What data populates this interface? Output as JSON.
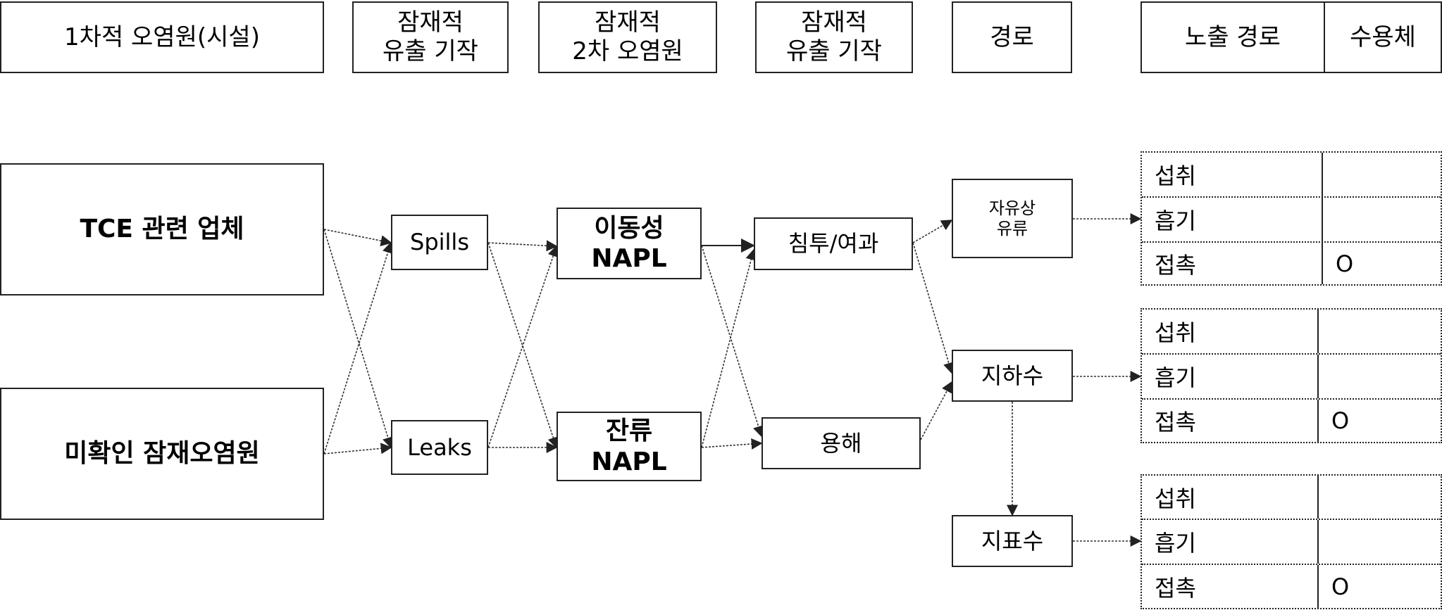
{
  "headers": {
    "primary_source": "1차적 오염원(시설)",
    "release_mech_1": [
      "잠재적",
      "유출 기작"
    ],
    "secondary_source": [
      "잠재적",
      "2차 오염원"
    ],
    "release_mech_2": [
      "잠재적",
      "유출 기작"
    ],
    "pathway": "경로",
    "exposure_route": "노출 경로",
    "receptor": "수용체"
  },
  "sources": [
    "TCE 관련 업체",
    "미확인 잠재오염원"
  ],
  "mechanisms": [
    "Spills",
    "Leaks"
  ],
  "napl": [
    [
      "이동성",
      "NAPL"
    ],
    [
      "잔류",
      "NAPL"
    ]
  ],
  "processes": [
    "침투/여과",
    "용해"
  ],
  "pathways": {
    "free_phase": [
      "자유상",
      "유류"
    ],
    "groundwater": "지하수",
    "surface_water": "지표수"
  },
  "exposure_tables": [
    {
      "rows": [
        {
          "route": "섭취",
          "mark": ""
        },
        {
          "route": "흡기",
          "mark": ""
        },
        {
          "route": "접촉",
          "mark": "O"
        }
      ]
    },
    {
      "rows": [
        {
          "route": "섭취",
          "mark": ""
        },
        {
          "route": "흡기",
          "mark": ""
        },
        {
          "route": "접촉",
          "mark": "O"
        }
      ]
    },
    {
      "rows": [
        {
          "route": "섭취",
          "mark": ""
        },
        {
          "route": "흡기",
          "mark": ""
        },
        {
          "route": "접촉",
          "mark": "O"
        }
      ]
    }
  ]
}
